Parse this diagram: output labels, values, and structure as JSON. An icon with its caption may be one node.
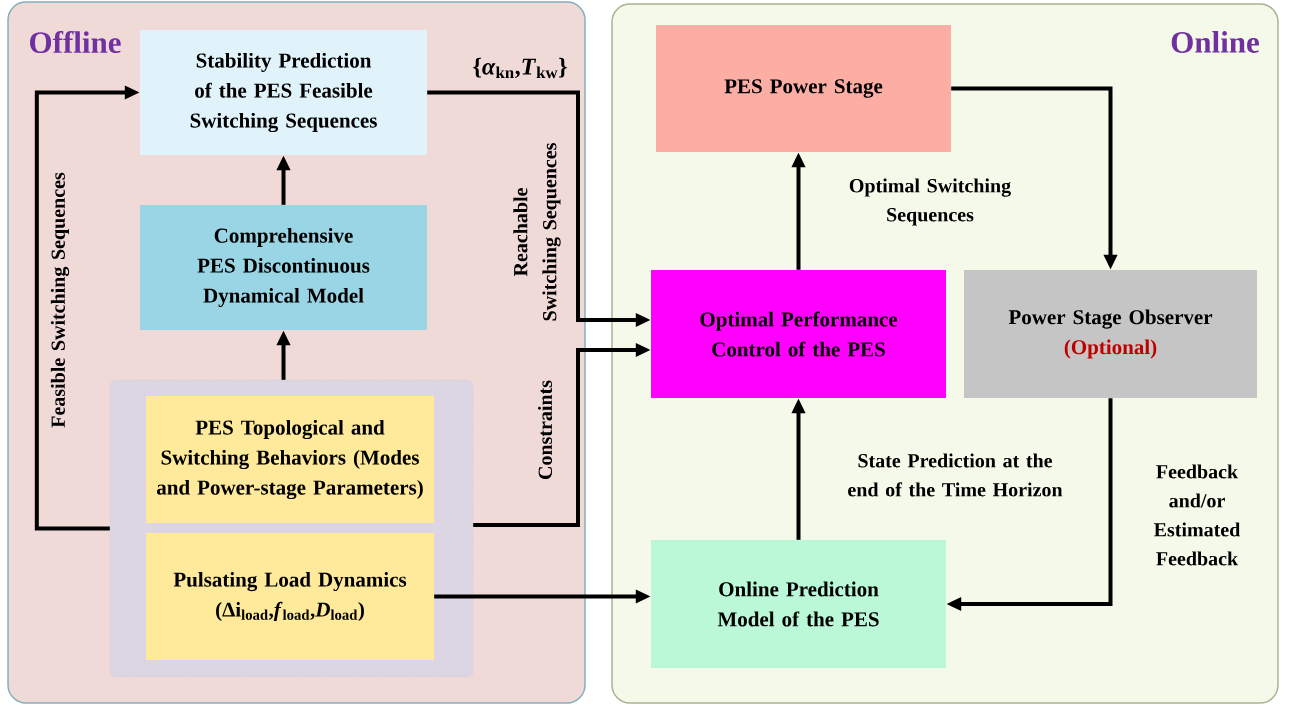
{
  "diagram": {
    "nodes": [
      {
        "text": [
          "Offline"
        ]
      },
      {
        "text": [
          "Stability Prediction of the PES Feasible Switching Sequences"
        ],
        "in": 0
      },
      {
        "text": [
          "Comprehensive PES Discontinuous Dynamical Model"
        ],
        "in": 0
      },
      {
        "text": [],
        "shape": "box",
        "in": 0
      },
      {
        "text": [
          "PES Topological and Switching Behaviors (Modes and Power-stage Parameters)"
        ],
        "in": 3
      },
      {
        "text": [
          "Pulsating Load Dynamics",
          "(Δi$_{load}$,*f*$_{load}$,*D*$_{load}$)"
        ],
        "in": 3
      },
      {
        "text": [
          "Online"
        ]
      },
      {
        "text": [
          "PES Power Stage"
        ],
        "in": 6
      },
      {
        "text": [
          "Optimal Performance Control of the PES"
        ],
        "in": 6
      },
      {
        "text": [
          "Power Stage Observer",
          "(Optional)"
        ],
        "in": 6
      },
      {
        "text": [
          "Online Prediction Model of the PES"
        ],
        "in": 6
      }
    ],
    "edges": [
      {
        "from": 3,
        "to": 1,
        "arrow": "to",
        "label": "Feasible Switching Sequences"
      },
      {
        "from": 2,
        "to": 1,
        "arrow": "to"
      },
      {
        "from": 3,
        "to": 2,
        "arrow": "to"
      },
      {
        "from": 1,
        "to": 8,
        "arrow": "to",
        "label": "Reachable Switching Sequences"
      },
      {
        "from": 3,
        "to": 8,
        "arrow": "to",
        "label": "Constraints"
      },
      {
        "from": 5,
        "to": 10,
        "arrow": "to"
      },
      {
        "from": 8,
        "to": 7,
        "arrow": "to",
        "label": "Optimal Switching Sequences"
      },
      {
        "from": 7,
        "to": 9,
        "arrow": "to"
      },
      {
        "from": 9,
        "to": 10,
        "arrow": "to",
        "label": "Feedback and/or Estimated Feedback"
      },
      {
        "from": 10,
        "to": 8,
        "arrow": "to",
        "label": "State Prediction at the end of the Time Horizon"
      }
    ],
    "labels": [
      "{*α*$_{kn}$,*T*$_{kw}$}"
    ]
  }
}
